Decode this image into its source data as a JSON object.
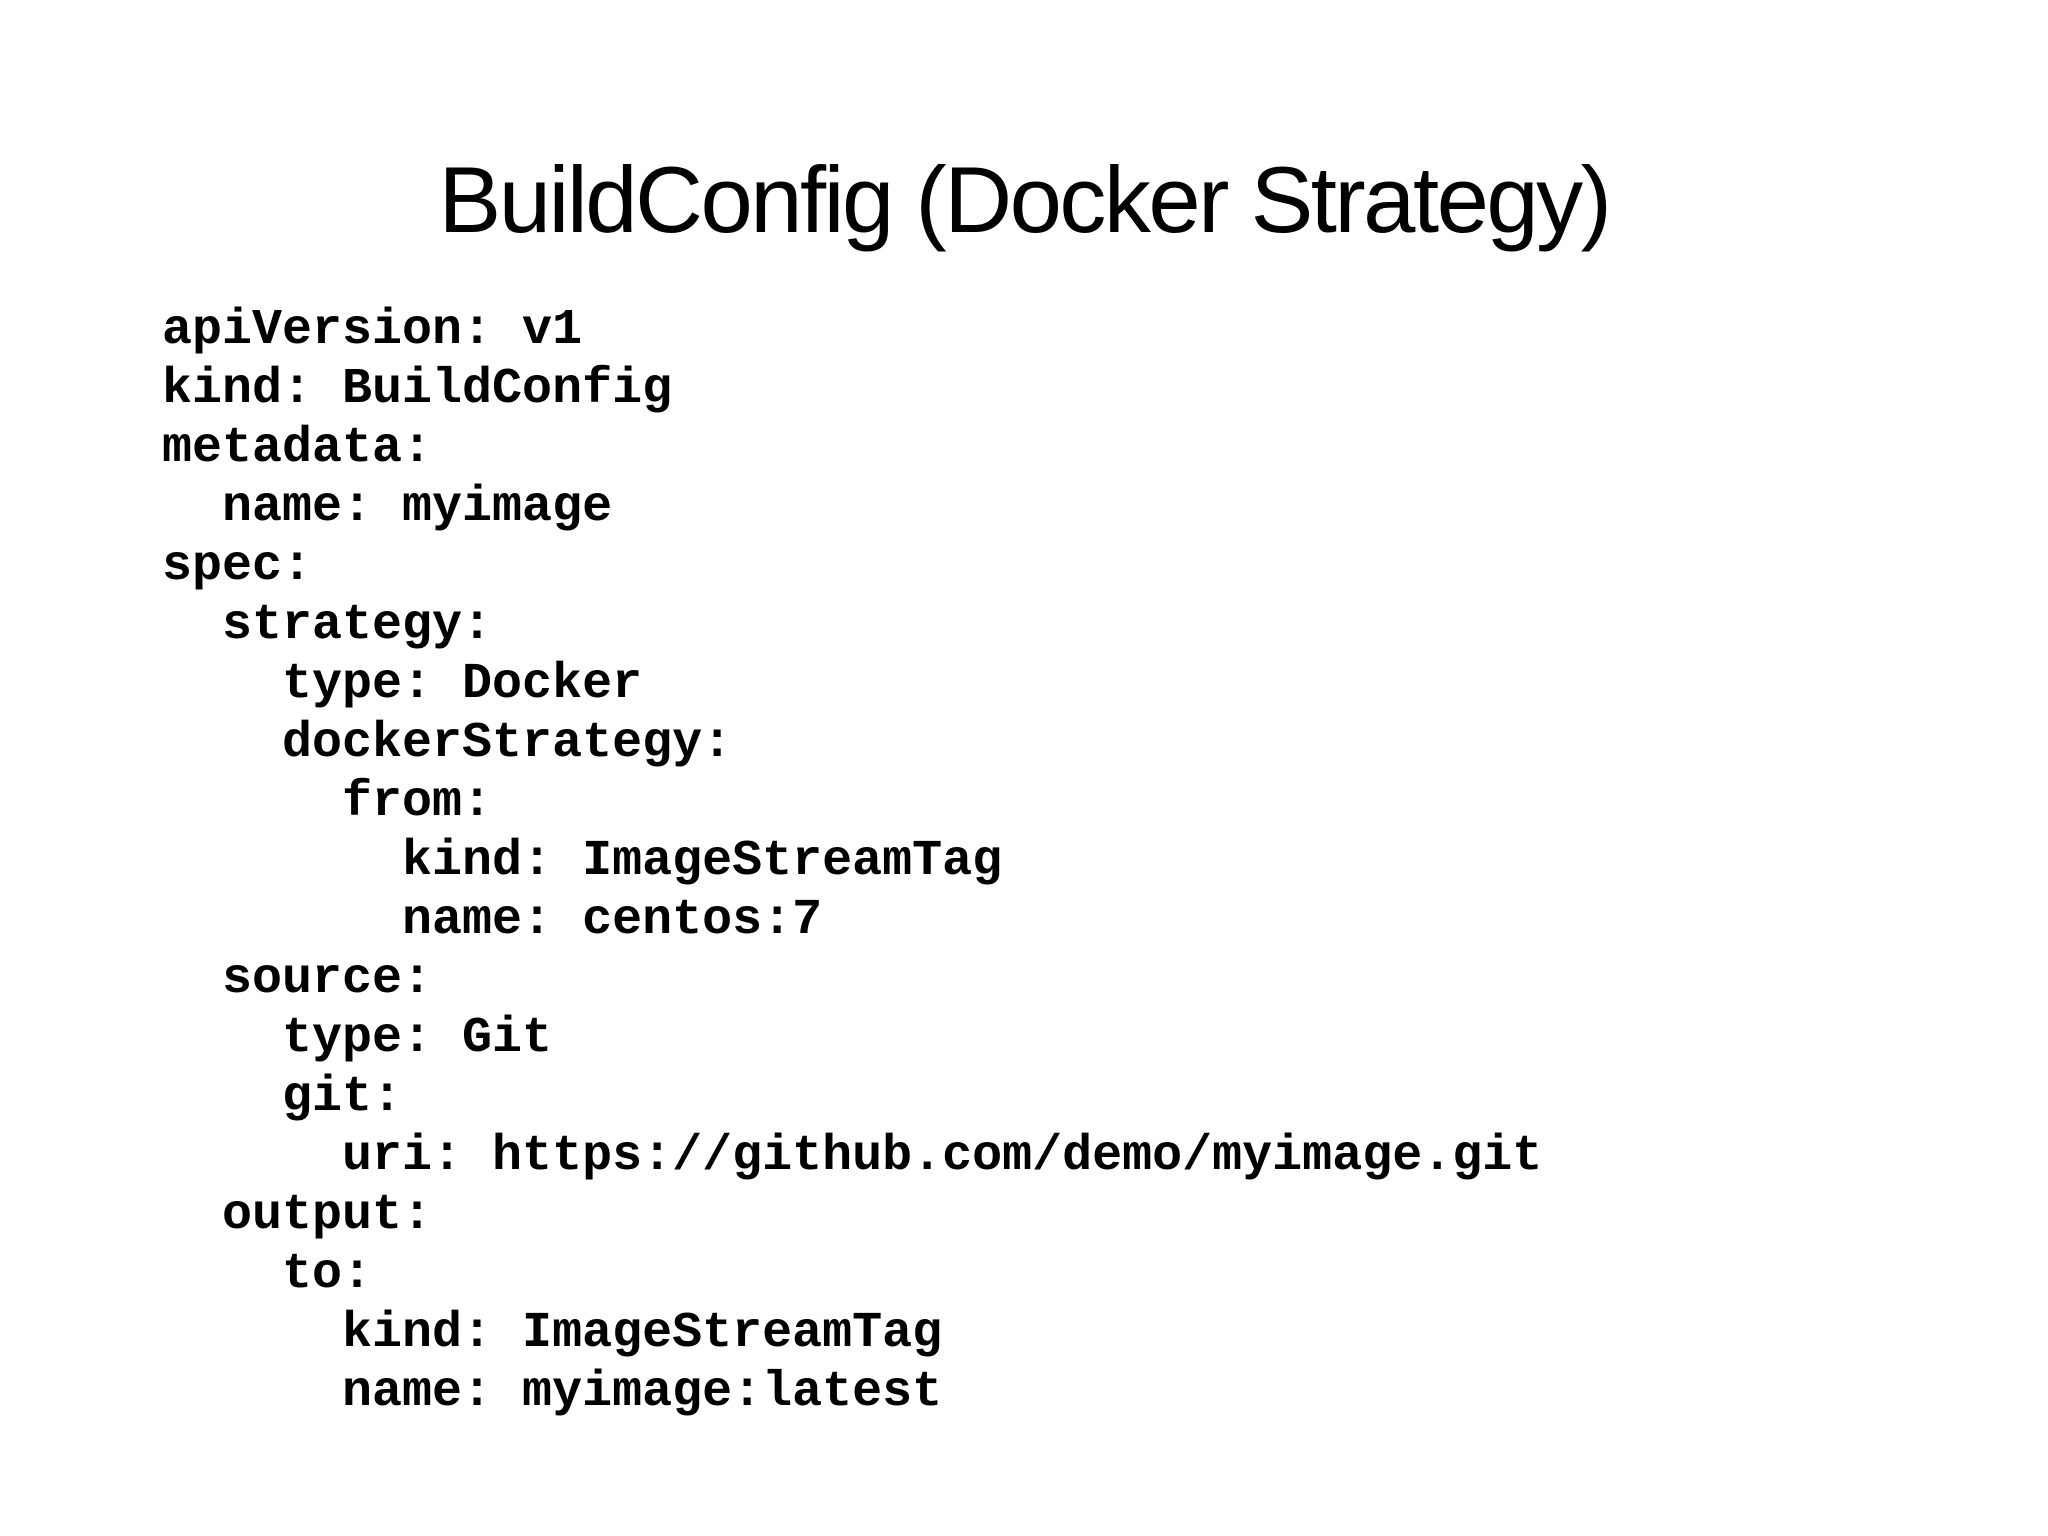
{
  "slide": {
    "title": "BuildConfig (Docker Strategy)"
  },
  "code": {
    "lines": [
      "apiVersion: v1",
      "kind: BuildConfig",
      "metadata:",
      "  name: myimage",
      "spec:",
      "  strategy:",
      "    type: Docker",
      "    dockerStrategy:",
      "      from:",
      "        kind: ImageStreamTag",
      "        name: centos:7",
      "  source:",
      "    type: Git",
      "    git:",
      "      uri: https://github.com/demo/myimage.git",
      "  output:",
      "    to:",
      "      kind: ImageStreamTag",
      "      name: myimage:latest"
    ]
  }
}
